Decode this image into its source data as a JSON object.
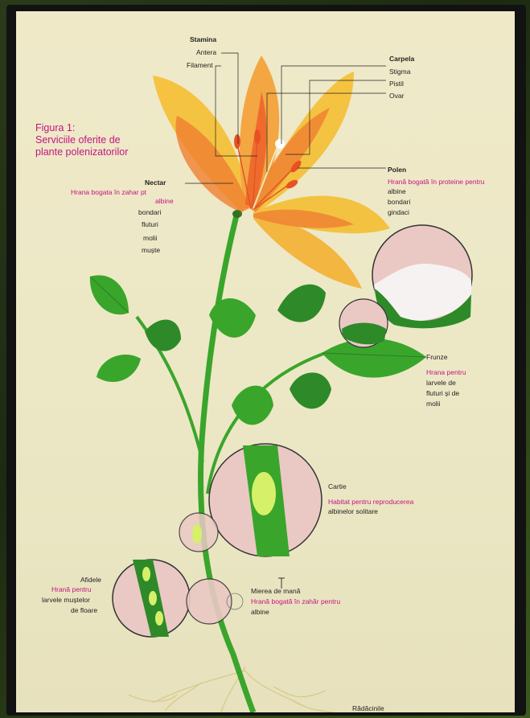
{
  "figure": {
    "title_line1": "Figura 1:",
    "title_line2": "Serviciile oferite de",
    "title_line3": "plante polenizatorilor"
  },
  "labels": {
    "stamina": "Stamina",
    "antera": "Antera",
    "filament": "Filament",
    "carpela": "Carpela",
    "stigma": "Stigma",
    "pistil": "Pistil",
    "ovar": "Ovar",
    "nectar": "Nectar",
    "nectar_desc1": "Hrana bogata în zahar pt",
    "nectar_desc2": "albine",
    "nectar_list": [
      "bondari",
      "fluturi",
      "molii",
      "muște"
    ],
    "polen": "Polen",
    "polen_desc": "Hrană bogată în proteine pentru",
    "polen_list": [
      "albine",
      "bondari",
      "gindaci"
    ],
    "frunze": "Frunze",
    "frunze_desc": "Hrana pentru",
    "frunze_list": [
      "larvele de",
      "fluturi și de",
      "molii"
    ],
    "cartie": "Cartie",
    "cartie_desc": "Habitat pentru reproducerea",
    "cartie_list": [
      "albinelor solitare"
    ],
    "afidele": "Afidele",
    "afidele_desc": "Hrană pentru",
    "afidele_list": [
      "larvele muștelor",
      "de floare"
    ],
    "miere": "Mierea de mană",
    "miere_desc": "Hrană bogată în zahăr pentru",
    "miere_list": [
      "albine"
    ],
    "radacini": "Rădăcinile"
  },
  "colors": {
    "accent": "#c4157f",
    "petal_yellow": "#f5c13a",
    "petal_orange": "#f07a2a",
    "stem_green": "#3aa52b",
    "leaf_dark": "#2e8a28",
    "bubble_pink": "#eac9c4"
  }
}
